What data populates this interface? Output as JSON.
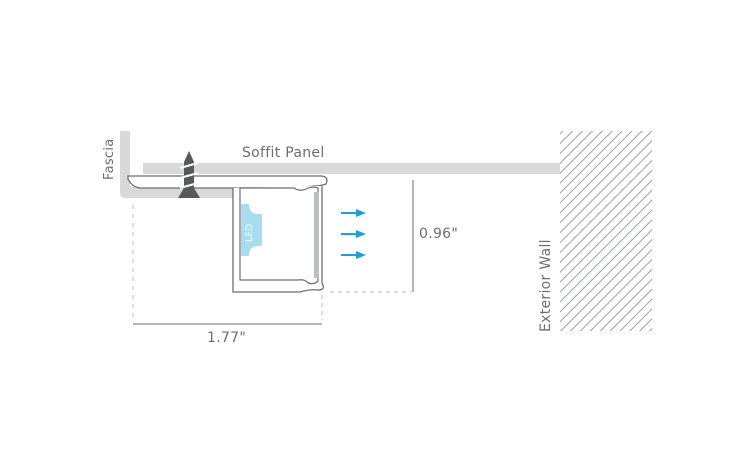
{
  "labels": {
    "fascia": "Fascia",
    "soffit_panel": "Soffit Panel",
    "exterior_wall": "Exterior Wall",
    "led": "LED",
    "width_dim": "1.77\"",
    "height_dim": "0.96\""
  },
  "colors": {
    "panel_gray": "#d9d9d9",
    "outline": "#6d6e71",
    "screw": "#58595b",
    "led_blue": "#a8dcf0",
    "arrow_blue": "#1ca0dc",
    "dash": "#bcbec0",
    "hatch": "#9d9fa2"
  },
  "icons": {
    "screw": "screw-icon",
    "arrows": "light-direction-arrow-icon"
  }
}
